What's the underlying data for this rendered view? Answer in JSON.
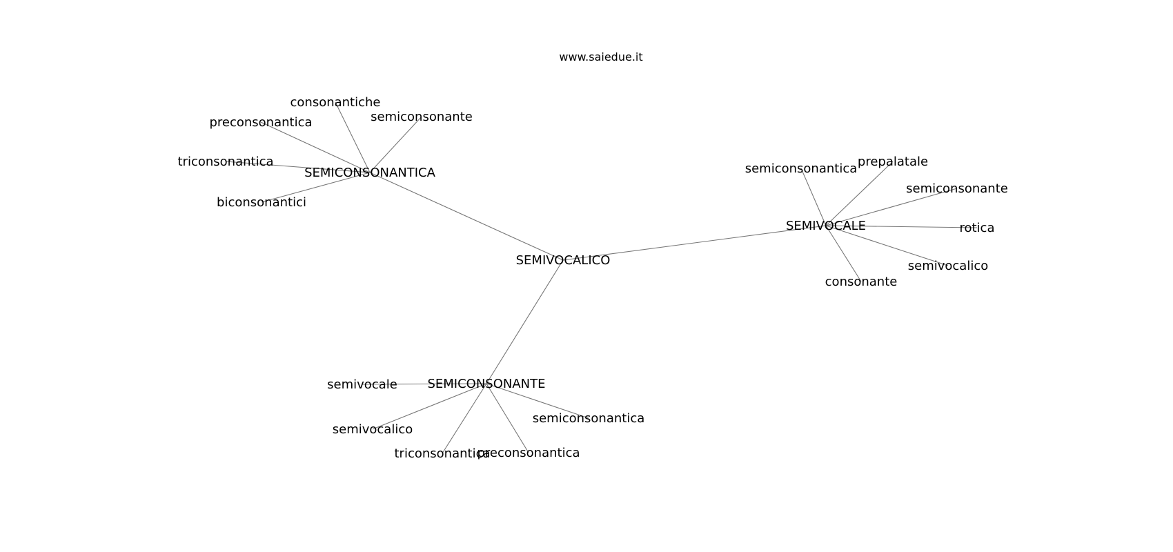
{
  "credit": "www.saiedue.it",
  "graph": {
    "colors": {
      "edge": "#777777",
      "text": "#000000",
      "background": "#ffffff"
    },
    "nodes": [
      {
        "id": "root",
        "label": "SEMIVOCALICO"
      },
      {
        "id": "h1",
        "label": "SEMICONSONANTICA"
      },
      {
        "id": "h2",
        "label": "SEMIVOCALE"
      },
      {
        "id": "h3",
        "label": "SEMICONSONANTE"
      },
      {
        "id": "a1",
        "label": "consonantiche"
      },
      {
        "id": "a2",
        "label": "preconsonantica"
      },
      {
        "id": "a3",
        "label": "semiconsonante"
      },
      {
        "id": "a4",
        "label": "triconsonantica"
      },
      {
        "id": "a5",
        "label": "biconsonantici"
      },
      {
        "id": "b1",
        "label": "semiconsonantica"
      },
      {
        "id": "b2",
        "label": "prepalatale"
      },
      {
        "id": "b3",
        "label": "semiconsonante"
      },
      {
        "id": "b4",
        "label": "rotica"
      },
      {
        "id": "b5",
        "label": "semivocalico"
      },
      {
        "id": "b6",
        "label": "consonante"
      },
      {
        "id": "c1",
        "label": "semivocale"
      },
      {
        "id": "c2",
        "label": "semivocalico"
      },
      {
        "id": "c3",
        "label": "triconsonantica"
      },
      {
        "id": "c4",
        "label": "preconsonantica"
      },
      {
        "id": "c5",
        "label": "semiconsonantica"
      }
    ],
    "edges": [
      [
        "root",
        "h1"
      ],
      [
        "root",
        "h2"
      ],
      [
        "root",
        "h3"
      ],
      [
        "h1",
        "a1"
      ],
      [
        "h1",
        "a2"
      ],
      [
        "h1",
        "a3"
      ],
      [
        "h1",
        "a4"
      ],
      [
        "h1",
        "a5"
      ],
      [
        "h2",
        "b1"
      ],
      [
        "h2",
        "b2"
      ],
      [
        "h2",
        "b3"
      ],
      [
        "h2",
        "b4"
      ],
      [
        "h2",
        "b5"
      ],
      [
        "h2",
        "b6"
      ],
      [
        "h3",
        "c1"
      ],
      [
        "h3",
        "c2"
      ],
      [
        "h3",
        "c3"
      ],
      [
        "h3",
        "c4"
      ],
      [
        "h3",
        "c5"
      ]
    ]
  }
}
